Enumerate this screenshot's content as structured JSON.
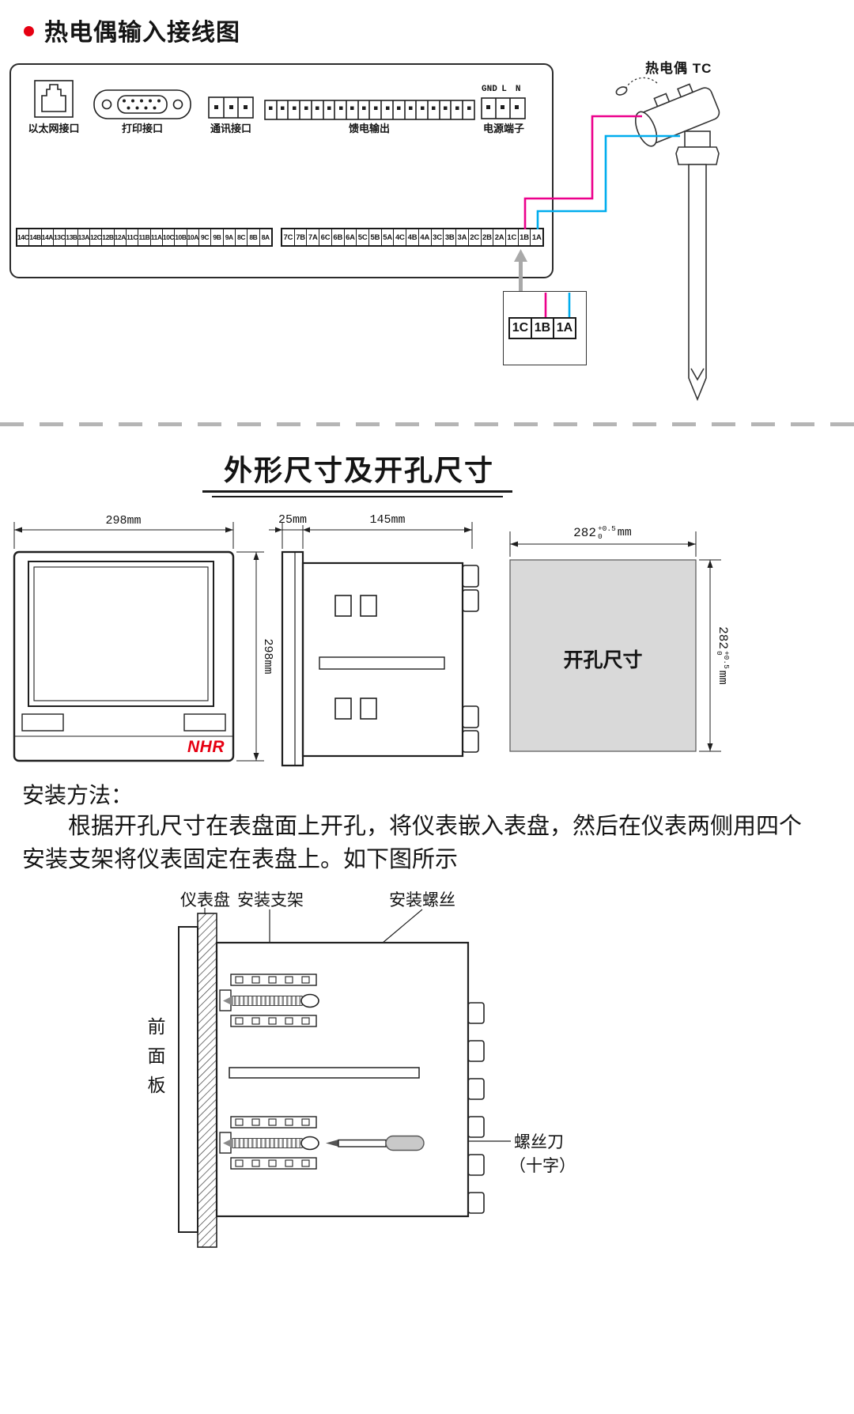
{
  "colors": {
    "accent": "#e60012",
    "wire_pink": "#ec008c",
    "wire_cyan": "#00adee",
    "cutout_fill": "#d9d9d9"
  },
  "wiring": {
    "title": "热电偶输入接线图",
    "labels": {
      "ethernet": "以太网接口",
      "printer": "打印接口",
      "comm": "通讯接口",
      "feed": "馈电输出",
      "power": "电源端子"
    },
    "power_pins": [
      "GND",
      "L",
      "N"
    ],
    "strip_left": [
      "14C",
      "14B",
      "14A",
      "13C",
      "13B",
      "13A",
      "12C",
      "12B",
      "12A",
      "11C",
      "11B",
      "11A",
      "10C",
      "10B",
      "10A",
      "9C",
      "9B",
      "9A",
      "8C",
      "8B",
      "8A"
    ],
    "strip_right": [
      "7C",
      "7B",
      "7A",
      "6C",
      "6B",
      "6A",
      "5C",
      "5B",
      "5A",
      "4C",
      "4B",
      "4A",
      "3C",
      "3B",
      "3A",
      "2C",
      "2B",
      "2A",
      "1C",
      "1B",
      "1A"
    ],
    "zoom_cells": [
      "1C",
      "1B",
      "1A"
    ],
    "thermocouple": "热电偶 TC"
  },
  "dims": {
    "title": "外形尺寸及开孔尺寸",
    "front": {
      "width": "298mm",
      "height": "298mm",
      "logo": "NHR"
    },
    "side": {
      "bezel": "25mm",
      "depth": "145mm"
    },
    "cutout": {
      "value": "282",
      "tol_up": "+0.5",
      "tol_dn": "0",
      "unit": "mm",
      "label": "开孔尺寸"
    }
  },
  "install": {
    "heading": "安装方法：",
    "body": "根据开孔尺寸在表盘面上开孔，将仪表嵌入表盘，然后在仪表两侧用四个安装支架将仪表固定在表盘上。如下图所示",
    "labels": {
      "panel": "仪表盘",
      "bracket": "安装支架",
      "screws": "安装螺丝",
      "front_panel": "前面板",
      "screwdriver": "螺丝刀",
      "screwdriver_type": "（十字）"
    }
  }
}
